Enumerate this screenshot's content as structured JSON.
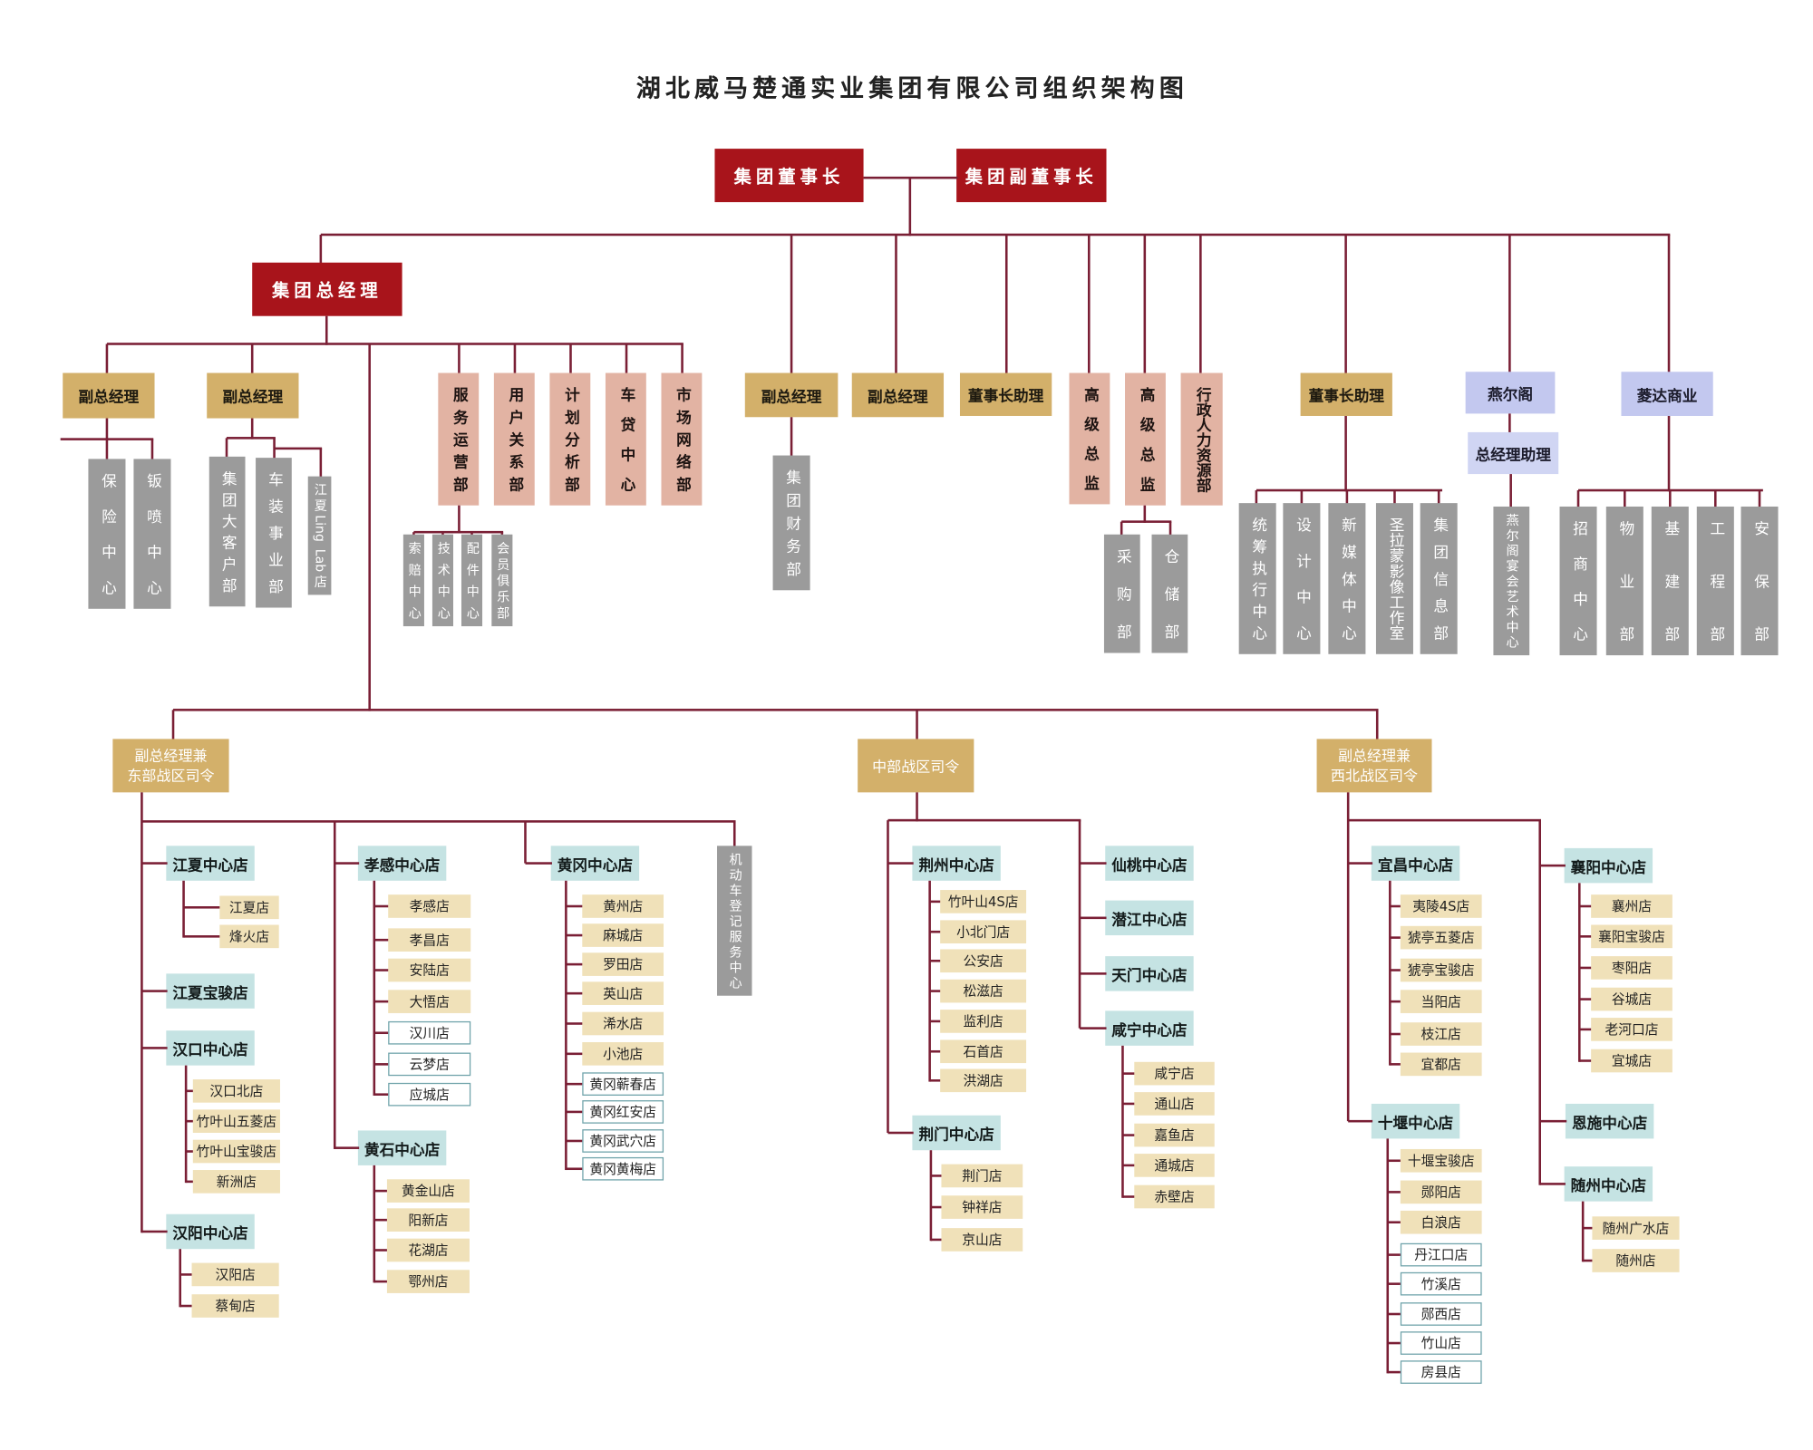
{
  "title": "湖北威马楚通实业集团有限公司组织架构图",
  "top": {
    "chairman": "集团董事长",
    "vice_chairman": "集团副董事长",
    "general_manager": "集团总经理"
  },
  "gm_branch": {
    "vp_a": {
      "label": "副总经理",
      "depts": [
        "保险中心",
        "钣喷中心"
      ]
    },
    "vp_b": {
      "label": "副总经理",
      "depts": [
        "集团大客户部",
        "车装事业部",
        "江夏Ling Lab店"
      ]
    },
    "depts": [
      "服务运营部",
      "用户关系部",
      "计划分析部",
      "车贷中心",
      "市场网络部"
    ],
    "service_subs": [
      "索赔中心",
      "技术中心",
      "配件中心",
      "会员俱乐部"
    ]
  },
  "chairman_branch": {
    "vp_finance": {
      "label": "副总经理",
      "dept": "集团财务部"
    },
    "vp": "副总经理",
    "assistant_a": "董事长助理",
    "director_a": "高级总监",
    "director_b": {
      "label": "高级总监",
      "depts": [
        "采购部",
        "仓储部"
      ]
    },
    "hr": "行政人力资源部",
    "assistant_b": {
      "label": "董事长助理",
      "depts": [
        "统筹执行中心",
        "设计中心",
        "新媒体中心",
        "圣拉蒙影像工作室",
        "集团信息部"
      ]
    },
    "yanerge": {
      "label": "燕尔阁",
      "assistant": "总经理助理",
      "dept": "燕尔阁宴会艺术中心"
    },
    "lingda": {
      "label": "菱达商业",
      "depts": [
        "招商中心",
        "物业部",
        "基建部",
        "工程部",
        "安保部"
      ]
    }
  },
  "regions": {
    "east": {
      "title": [
        "副总经理兼",
        "东部战区司令"
      ],
      "special": "机动车登记服务中心",
      "centers": [
        {
          "name": "江夏中心店",
          "stores": [
            "江夏店",
            "烽火店"
          ]
        },
        {
          "name": "江夏宝骏店",
          "stores": []
        },
        {
          "name": "汉口中心店",
          "stores": [
            "汉口北店",
            "竹叶山五菱店",
            "竹叶山宝骏店",
            "新洲店"
          ]
        },
        {
          "name": "汉阳中心店",
          "stores": [
            "汉阳店",
            "蔡甸店"
          ]
        },
        {
          "name": "孝感中心店",
          "stores": [
            "孝感店",
            "孝昌店",
            "安陆店",
            "大悟店",
            "汉川店",
            "云梦店",
            "应城店"
          ]
        },
        {
          "name": "黄石中心店",
          "stores": [
            "黄金山店",
            "阳新店",
            "花湖店",
            "鄂州店"
          ]
        },
        {
          "name": "黄冈中心店",
          "stores": [
            "黄州店",
            "麻城店",
            "罗田店",
            "英山店",
            "浠水店",
            "小池店",
            "黄冈蕲春店",
            "黄冈红安店",
            "黄冈武穴店",
            "黄冈黄梅店"
          ]
        }
      ]
    },
    "central": {
      "title": [
        "中部战区司令"
      ],
      "centers": [
        {
          "name": "荆州中心店",
          "stores": [
            "竹叶山4S店",
            "小北门店",
            "公安店",
            "松滋店",
            "监利店",
            "石首店",
            "洪湖店"
          ]
        },
        {
          "name": "荆门中心店",
          "stores": [
            "荆门店",
            "钟祥店",
            "京山店"
          ]
        },
        {
          "name": "仙桃中心店",
          "stores": []
        },
        {
          "name": "潜江中心店",
          "stores": []
        },
        {
          "name": "天门中心店",
          "stores": []
        },
        {
          "name": "咸宁中心店",
          "stores": [
            "咸宁店",
            "通山店",
            "嘉鱼店",
            "通城店",
            "赤壁店"
          ]
        }
      ]
    },
    "northwest": {
      "title": [
        "副总经理兼",
        "西北战区司令"
      ],
      "centers": [
        {
          "name": "宜昌中心店",
          "stores": [
            "夷陵4S店",
            "猇亭五菱店",
            "猇亭宝骏店",
            "当阳店",
            "枝江店",
            "宜都店"
          ]
        },
        {
          "name": "十堰中心店",
          "stores": [
            "十堰宝骏店",
            "郧阳店",
            "白浪店",
            "丹江口店",
            "竹溪店",
            "郧西店",
            "竹山店",
            "房县店"
          ]
        },
        {
          "name": "襄阳中心店",
          "stores": [
            "襄州店",
            "襄阳宝骏店",
            "枣阳店",
            "谷城店",
            "老河口店",
            "宜城店"
          ]
        },
        {
          "name": "恩施中心店",
          "stores": []
        },
        {
          "name": "随州中心店",
          "stores": [
            "随州广水店",
            "随州店"
          ]
        }
      ]
    }
  }
}
